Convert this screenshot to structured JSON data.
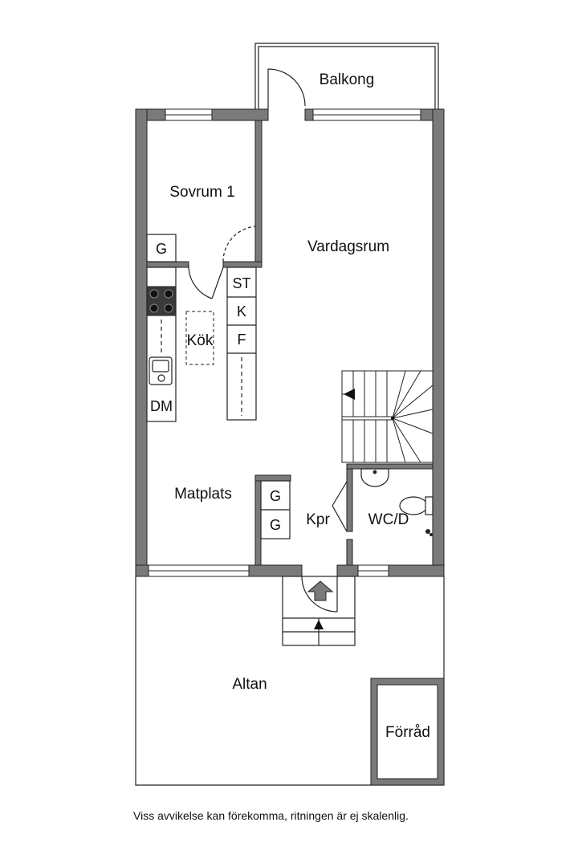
{
  "rooms": {
    "balkong": "Balkong",
    "sovrum": "Sovrum 1",
    "vardagsrum": "Vardagsrum",
    "kok": "Kök",
    "matplats": "Matplats",
    "kpr": "Kpr",
    "wc": "WC/D",
    "altan": "Altan",
    "forrad": "Förråd"
  },
  "fixtures": {
    "wardrobe_sovrum": "G",
    "st": "ST",
    "k": "K",
    "f": "F",
    "dm": "DM",
    "wardrobe_kpr_1": "G",
    "wardrobe_kpr_2": "G"
  },
  "disclaimer": "Viss avvikelse kan förekomma, ritningen är ej skalenlig.",
  "colors": {
    "wall": "#7a7a7a",
    "line": "#222222",
    "background": "#ffffff"
  }
}
